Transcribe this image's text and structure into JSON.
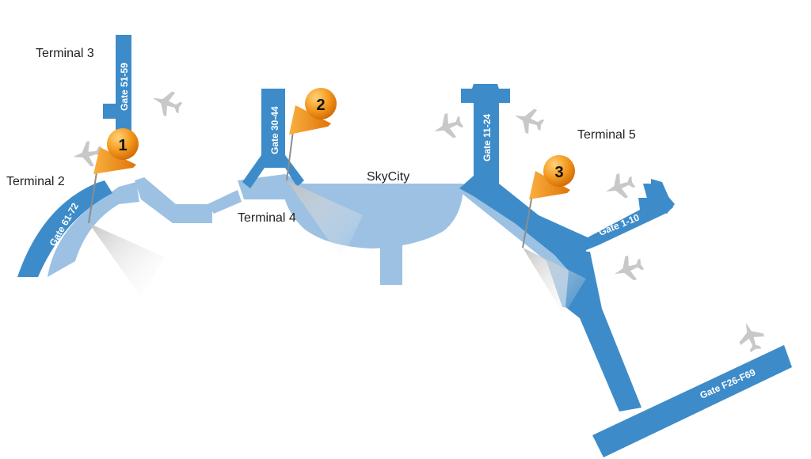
{
  "colors": {
    "gate": "#3d8cc9",
    "walkway": "#9cc1e3",
    "plane": "#c8c8c8",
    "pin": "#f3951c",
    "pin_dark": "#d26a06"
  },
  "terminals": {
    "t2": "Terminal 2",
    "t3": "Terminal 3",
    "t4": "Terminal 4",
    "t5": "Terminal 5",
    "skycity": "SkyCity"
  },
  "gates": {
    "g51_59": "Gate 51-59",
    "g30_44": "Gate 30-44",
    "g11_24": "Gate 11-24",
    "g61_72": "Gate 61-72",
    "g1_10": "Gate 1-10",
    "gf26_f69": "Gate F26-F69"
  },
  "markers": [
    "1",
    "2",
    "3"
  ],
  "icons": {
    "airplane": "airplane-icon",
    "pin": "flag-pin-icon"
  }
}
